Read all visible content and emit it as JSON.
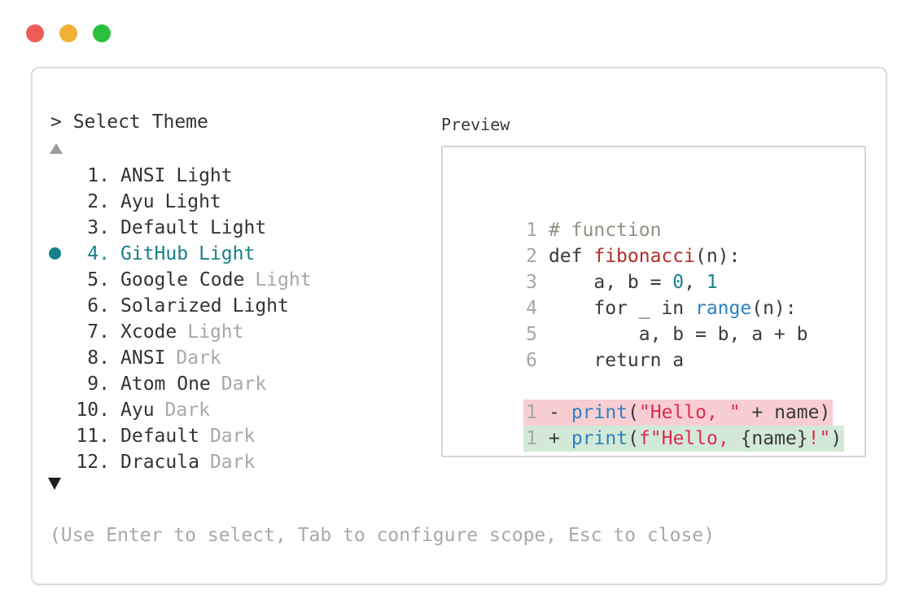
{
  "header": {
    "prompt": "> Select Theme",
    "preview_label": "Preview"
  },
  "theme_list": {
    "selected_index": 3,
    "items": [
      {
        "number": "1.",
        "name": "ANSI",
        "suffix": "Light",
        "suffix_muted": false,
        "selected": false
      },
      {
        "number": "2.",
        "name": "Ayu",
        "suffix": "Light",
        "suffix_muted": false,
        "selected": false
      },
      {
        "number": "3.",
        "name": "Default",
        "suffix": "Light",
        "suffix_muted": false,
        "selected": false
      },
      {
        "number": "4.",
        "name": "GitHub",
        "suffix": "Light",
        "suffix_muted": false,
        "selected": true
      },
      {
        "number": "5.",
        "name": "Google Code",
        "suffix": "Light",
        "suffix_muted": true,
        "selected": false
      },
      {
        "number": "6.",
        "name": "Solarized",
        "suffix": "Light",
        "suffix_muted": false,
        "selected": false
      },
      {
        "number": "7.",
        "name": "Xcode",
        "suffix": "Light",
        "suffix_muted": true,
        "selected": false
      },
      {
        "number": "8.",
        "name": "ANSI",
        "suffix": "Dark",
        "suffix_muted": true,
        "selected": false
      },
      {
        "number": "9.",
        "name": "Atom One",
        "suffix": "Dark",
        "suffix_muted": true,
        "selected": false
      },
      {
        "number": "10.",
        "name": "Ayu",
        "suffix": "Dark",
        "suffix_muted": true,
        "selected": false
      },
      {
        "number": "11.",
        "name": "Default",
        "suffix": "Dark",
        "suffix_muted": true,
        "selected": false
      },
      {
        "number": "12.",
        "name": "Dracula",
        "suffix": "Dark",
        "suffix_muted": true,
        "selected": false
      }
    ]
  },
  "preview": {
    "code_lines": [
      {
        "number": "1",
        "tokens": [
          {
            "text": "# function",
            "type": "comment"
          }
        ]
      },
      {
        "number": "2",
        "tokens": [
          {
            "text": "def ",
            "type": "code"
          },
          {
            "text": "fibonacci",
            "type": "func"
          },
          {
            "text": "(n):",
            "type": "code"
          }
        ]
      },
      {
        "number": "3",
        "tokens": [
          {
            "text": "    a, b = ",
            "type": "code"
          },
          {
            "text": "0",
            "type": "num"
          },
          {
            "text": ", ",
            "type": "code"
          },
          {
            "text": "1",
            "type": "num"
          }
        ]
      },
      {
        "number": "4",
        "tokens": [
          {
            "text": "    for _ in ",
            "type": "code"
          },
          {
            "text": "range",
            "type": "builtin"
          },
          {
            "text": "(n):",
            "type": "code"
          }
        ]
      },
      {
        "number": "5",
        "tokens": [
          {
            "text": "        a, b = b, a + b",
            "type": "code"
          }
        ]
      },
      {
        "number": "6",
        "tokens": [
          {
            "text": "    return a",
            "type": "code"
          }
        ]
      }
    ],
    "diff_lines": [
      {
        "number": "1",
        "sign": "-",
        "kind": "removed",
        "tokens": [
          {
            "text": "print",
            "type": "builtin"
          },
          {
            "text": "(",
            "type": "code"
          },
          {
            "text": "\"Hello, \"",
            "type": "string"
          },
          {
            "text": " + name)",
            "type": "code"
          }
        ]
      },
      {
        "number": "1",
        "sign": "+",
        "kind": "added",
        "tokens": [
          {
            "text": "print",
            "type": "builtin"
          },
          {
            "text": "(",
            "type": "code"
          },
          {
            "text": "f\"Hello, ",
            "type": "string"
          },
          {
            "text": "{name}",
            "type": "code"
          },
          {
            "text": "!\"",
            "type": "string"
          },
          {
            "text": ")",
            "type": "code"
          }
        ]
      }
    ]
  },
  "footer": {
    "hint": "(Use Enter to select, Tab to configure scope, Esc to close)"
  },
  "colors": {
    "accent_teal": "#17808a",
    "traffic_red": "#ef5b55",
    "traffic_yellow": "#f0b136",
    "traffic_green": "#2ac03c",
    "text_dark": "#333333",
    "text_gray": "#a8a8a8",
    "code_default": "#3a3a3a",
    "comment_gray": "#8d9282",
    "func_red": "#b0302a",
    "number_teal": "#17838c",
    "builtin_blue": "#2b82c2",
    "string_red": "#e22a4f",
    "diff_removed_bg": "#f8ced2",
    "diff_added_bg": "#d3e9d8",
    "window_border": "#dcdcdc",
    "preview_border": "#d6d6d6"
  }
}
